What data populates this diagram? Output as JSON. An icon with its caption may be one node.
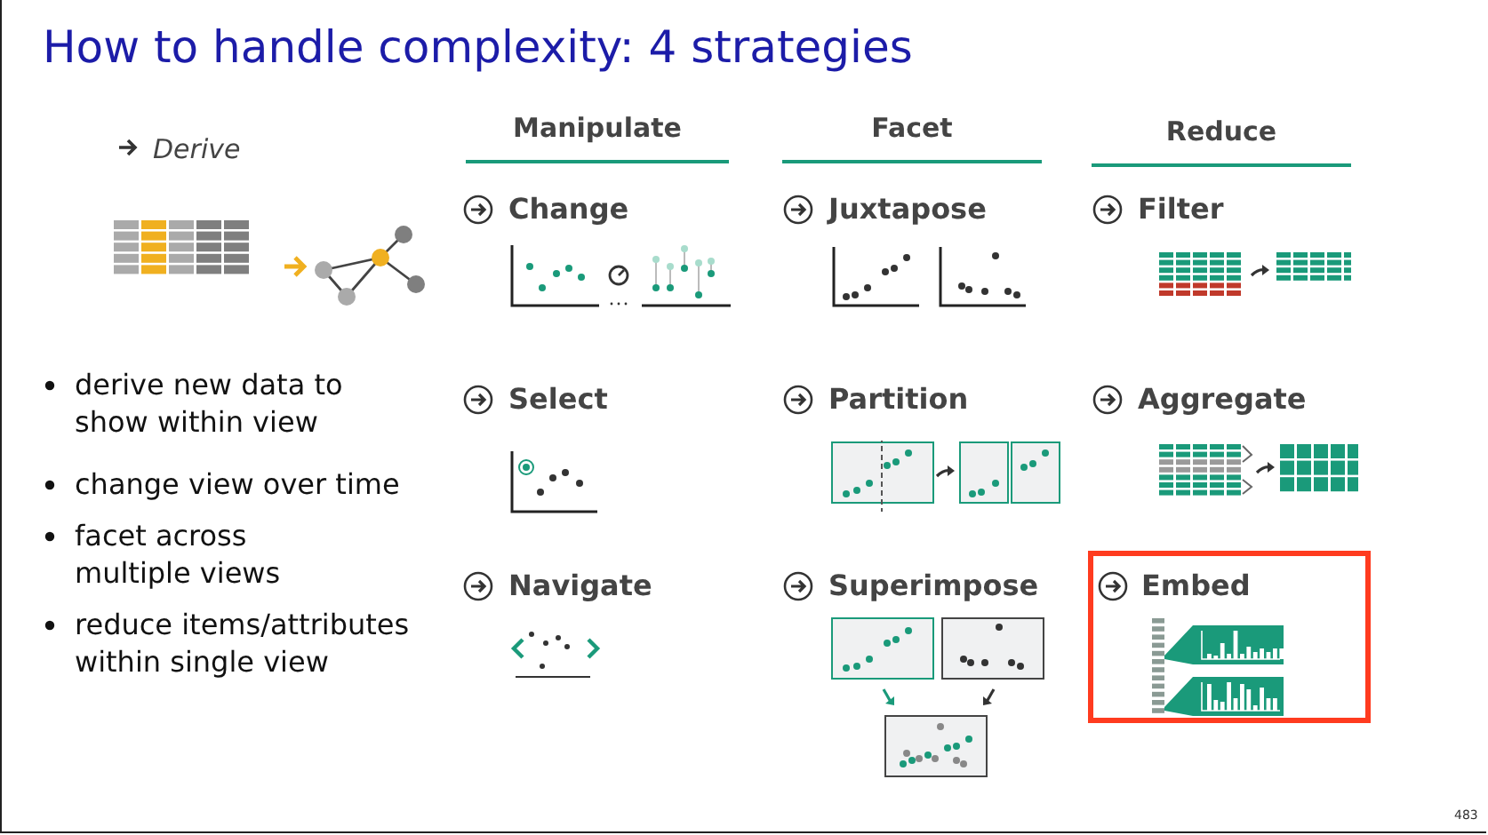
{
  "diagram": {
    "title": "How to handle complexity: 4 strategies",
    "nodes": [
      {
        "text": [
          "Embed"
        ]
      }
    ],
    "labels": [
      "Derive",
      "Manipulate",
      "Facet",
      "Reduce",
      "Change",
      "Juxtapose",
      "Filter",
      "Select",
      "Partition",
      "Aggregate",
      "Navigate",
      "Superimpose",
      "derive new data to show within view",
      "change view over time",
      "facet across multiple views",
      "reduce items/attributes within single view",
      "483"
    ]
  }
}
